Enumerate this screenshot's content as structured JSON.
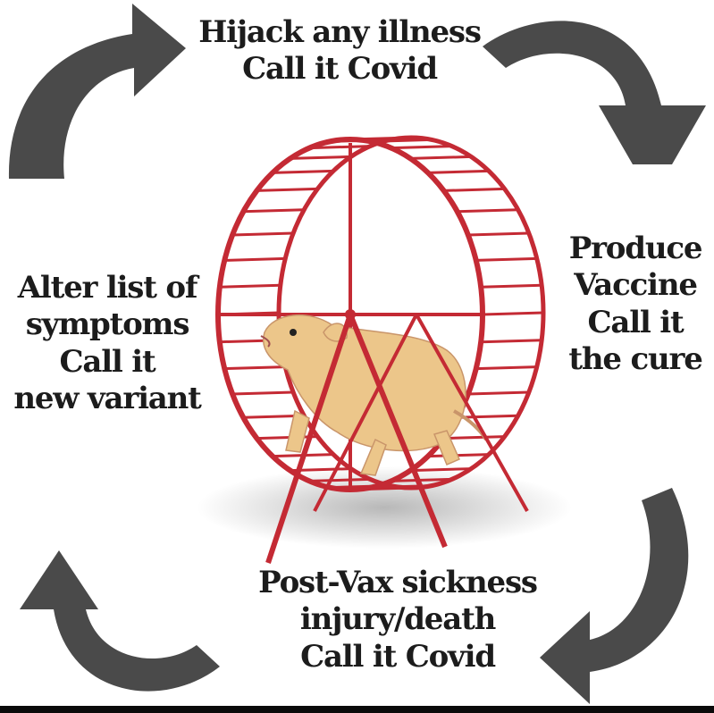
{
  "cycle": {
    "top": {
      "lines": [
        "Hijack any illness",
        "Call it Covid"
      ]
    },
    "right": {
      "lines": [
        "Produce",
        "Vaccine",
        "Call it",
        "the cure"
      ]
    },
    "bottom": {
      "lines": [
        "Post-Vax sickness",
        "injury/death",
        "Call it Covid"
      ]
    },
    "left": {
      "lines": [
        "Alter list of",
        "symptoms",
        "Call it",
        "new variant"
      ]
    }
  },
  "icons": {
    "arrows": [
      "curved-arrow-top-left-icon",
      "curved-arrow-top-right-icon",
      "curved-arrow-bottom-right-icon",
      "curved-arrow-bottom-left-icon"
    ],
    "center": "hamster-wheel-illustration"
  },
  "colors": {
    "arrow": "#4a4a4a",
    "wheel": "#c42a34",
    "hamster": "#ecc68a",
    "text": "#1c1c1c",
    "background": "#ffffff",
    "bottom_bar": "#0a0a0a"
  }
}
